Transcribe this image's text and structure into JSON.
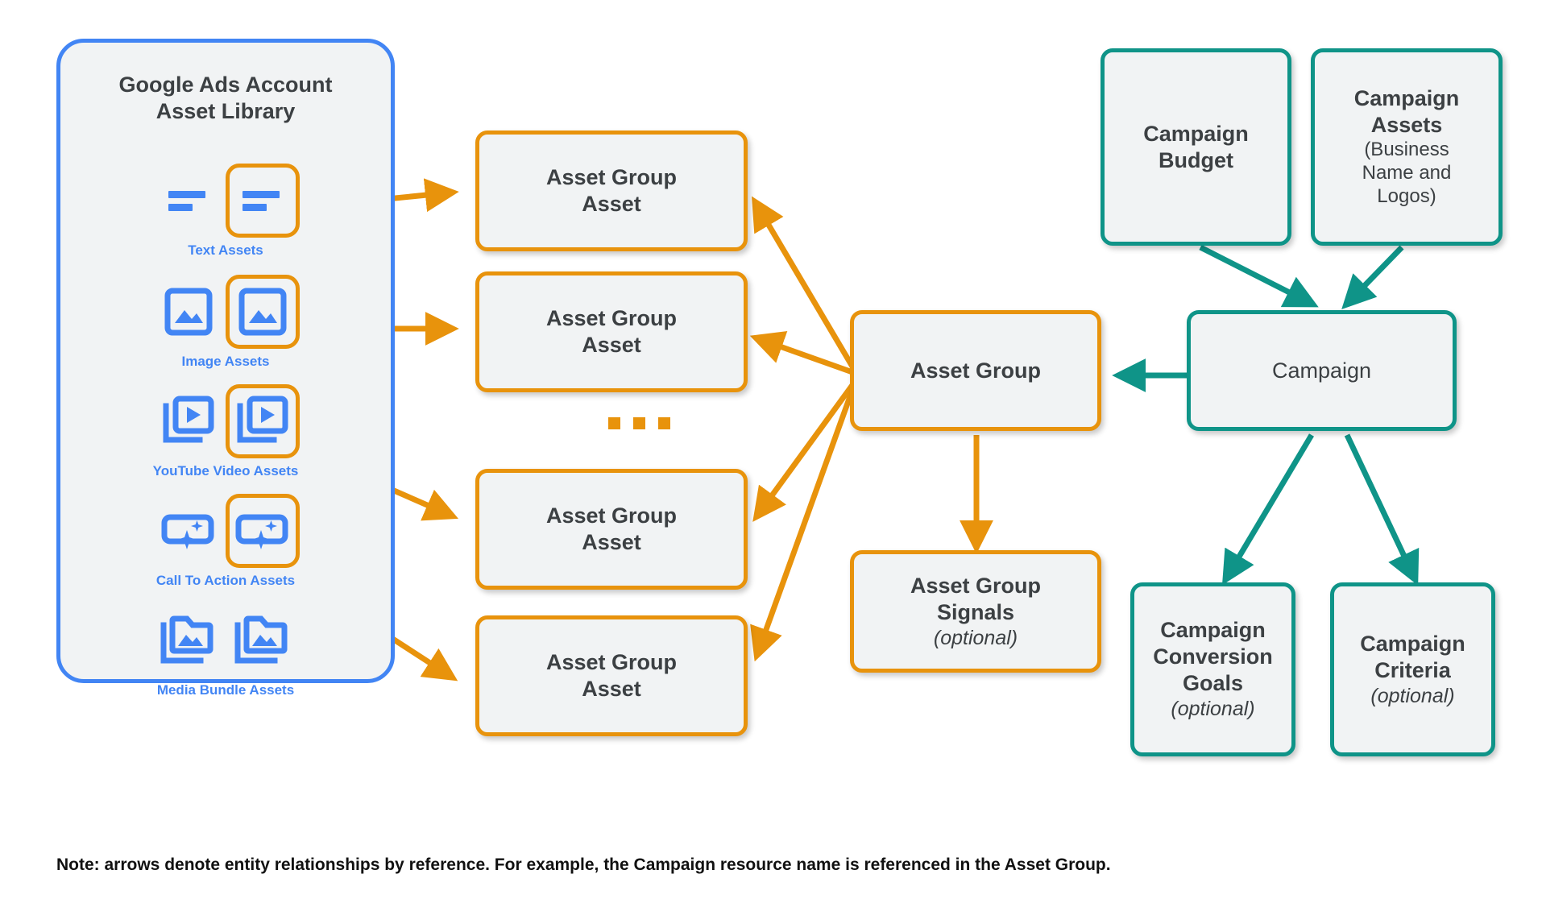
{
  "colors": {
    "orange": "#e8930c",
    "teal": "#0f9488",
    "blue": "#4285f4",
    "node_fill": "#f1f3f4",
    "text": "#3c4043"
  },
  "library": {
    "title_line1": "Google Ads Account",
    "title_line2": "Asset Library",
    "assets": [
      {
        "label": "Text Assets",
        "icon": "text-lines-icon",
        "highlighted": true
      },
      {
        "label": "Image Assets",
        "icon": "image-icon",
        "highlighted": true
      },
      {
        "label": "YouTube Video  Assets",
        "icon": "video-stack-icon",
        "highlighted": true
      },
      {
        "label": "Call To Action Assets",
        "icon": "call-to-action-sparkle-icon",
        "highlighted": true
      },
      {
        "label": "Media Bundle  Assets",
        "icon": "media-bundle-folder-icon",
        "highlighted": false
      }
    ]
  },
  "asset_group_assets": [
    {
      "line1": "Asset Group",
      "line2": "Asset"
    },
    {
      "line1": "Asset Group",
      "line2": "Asset"
    },
    {
      "line1": "Asset Group",
      "line2": "Asset"
    },
    {
      "line1": "Asset Group",
      "line2": "Asset"
    }
  ],
  "ellipsis": "...",
  "asset_group": {
    "title": "Asset Group"
  },
  "asset_group_signals": {
    "title_line1": "Asset Group",
    "title_line2": "Signals",
    "optional": "(optional)"
  },
  "campaign_budget": {
    "title_line1": "Campaign",
    "title_line2": "Budget"
  },
  "campaign_assets": {
    "title_line1": "Campaign",
    "title_line2": "Assets",
    "sub_line1": "(Business",
    "sub_line2": "Name and",
    "sub_line3": "Logos)"
  },
  "campaign": {
    "title": "Campaign"
  },
  "campaign_conversion_goals": {
    "title_line1": "Campaign",
    "title_line2": "Conversion",
    "title_line3": "Goals",
    "optional": "(optional)"
  },
  "campaign_criteria": {
    "title_line1": "Campaign",
    "title_line2": "Criteria",
    "optional": "(optional)"
  },
  "note": "Note: arrows denote entity relationships by reference. For example, the Campaign resource name is referenced in the Asset Group."
}
